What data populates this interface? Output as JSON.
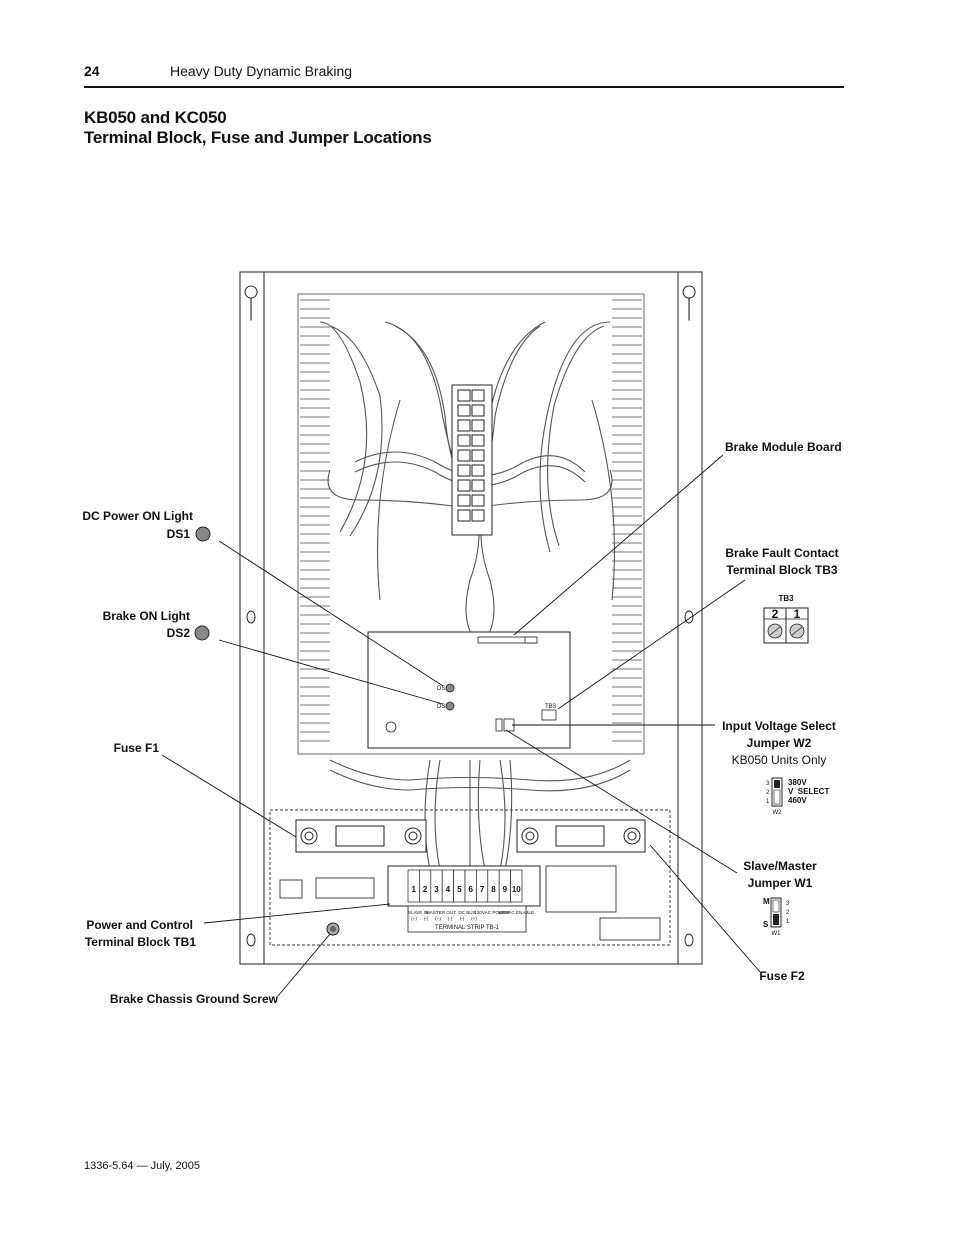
{
  "header": {
    "page_number": "24",
    "section_title": "Heavy Duty Dynamic Braking"
  },
  "title": {
    "line1": "KB050 and KC050",
    "line2": "Terminal Block, Fuse and Jumper Locations"
  },
  "callouts": {
    "dc_power_label": "DC Power ON Light",
    "ds1": "DS1",
    "brake_on_label": "Brake ON Light",
    "ds2": "DS2",
    "fuse_f1": "Fuse F1",
    "power_control_line1": "Power and Control",
    "power_control_line2": "Terminal Block TB1",
    "ground_screw": "Brake Chassis Ground Screw",
    "brake_module_board": "Brake Module Board",
    "fault_contact_line1": "Brake Fault Contact",
    "fault_contact_line2": "Terminal Block TB3",
    "input_voltage_line1": "Input Voltage Select",
    "input_voltage_line2": "Jumper W2",
    "kb050_only": "KB050 Units Only",
    "slave_master_line1": "Slave/Master",
    "slave_master_line2": "Jumper W1",
    "fuse_f2": "Fuse F2"
  },
  "tb3_detail": {
    "title": "TB3",
    "terminals": [
      "2",
      "1"
    ]
  },
  "w2_detail": {
    "pins": [
      "3",
      "2",
      "1"
    ],
    "v380": "380V",
    "select": "V  SELECT",
    "v460": "460V",
    "name": "W2"
  },
  "w1_detail": {
    "m": "M",
    "s": "S",
    "pins": [
      "3",
      "2",
      "1"
    ],
    "name": "W1"
  },
  "tb1_strip": {
    "terminals": [
      "1",
      "2",
      "3",
      "4",
      "5",
      "6",
      "7",
      "8",
      "9",
      "10"
    ],
    "group_labels": [
      "SLAVE IN",
      "MASTER OUT",
      "DC BUS",
      "120VAC POWER",
      "120VAC ENABLE"
    ],
    "polarity": [
      "(+)",
      "(-)",
      "(+)",
      "(-)",
      "(-)",
      "(+)"
    ],
    "strip_caption": "TERMINAL STRIP TB-1"
  },
  "board": {
    "ds1_tag": "DS1",
    "ds2_tag": "DS2",
    "tb3_tag": "TB3"
  },
  "footer": {
    "doc_ref": "1336-5.64 — July, 2005"
  }
}
